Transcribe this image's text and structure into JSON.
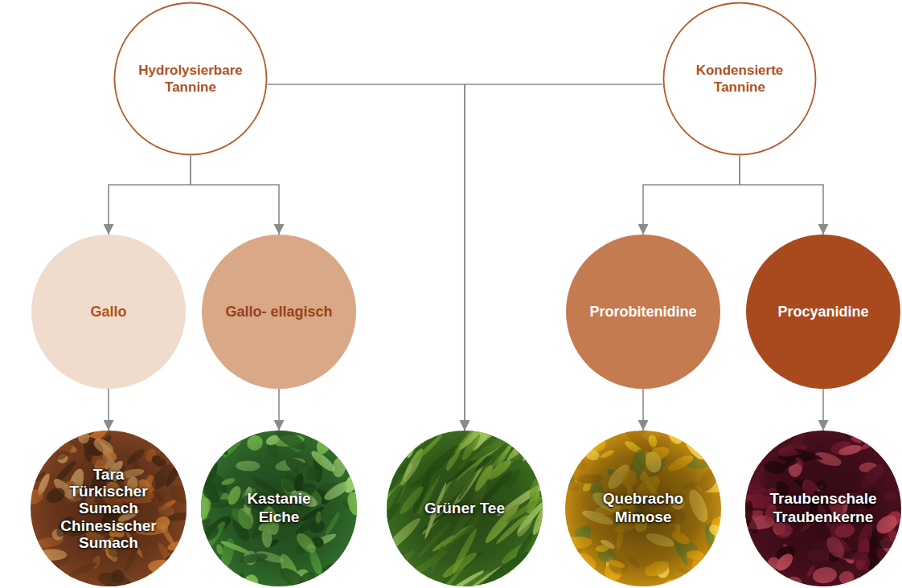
{
  "diagram": {
    "nodes": [
      {
        "text": [
          "Hydrolysierbare Tannine"
        ]
      },
      {
        "text": [
          "Kondensierte Tannine"
        ]
      },
      {
        "text": [
          "Gallo"
        ]
      },
      {
        "text": [
          "Gallo- ellagisch"
        ]
      },
      {
        "text": [
          "Prorobitenidine"
        ]
      },
      {
        "text": [
          "Procyanidine"
        ]
      },
      {
        "text": [
          "Tara",
          "Türkischer Sumach",
          "Chinesischer Sumach"
        ]
      },
      {
        "text": [
          "Kastanie",
          "Eiche"
        ]
      },
      {
        "text": [
          "Grüner Tee"
        ]
      },
      {
        "text": [
          "Quebracho",
          "Mimose"
        ]
      },
      {
        "text": [
          "Traubenschale",
          "Traubenkerne"
        ]
      }
    ],
    "edges": [
      {
        "from": 0,
        "to": 2,
        "arrow": "to"
      },
      {
        "from": 0,
        "to": 3,
        "arrow": "to"
      },
      {
        "from": 0,
        "to": 8,
        "arrow": "to"
      },
      {
        "from": 1,
        "to": 8,
        "arrow": "to"
      },
      {
        "from": 1,
        "to": 4,
        "arrow": "to"
      },
      {
        "from": 1,
        "to": 5,
        "arrow": "to"
      },
      {
        "from": 2,
        "to": 6,
        "arrow": "to"
      },
      {
        "from": 3,
        "to": 7,
        "arrow": "to"
      },
      {
        "from": 4,
        "to": 9,
        "arrow": "to"
      },
      {
        "from": 5,
        "to": 10,
        "arrow": "to"
      }
    ]
  }
}
